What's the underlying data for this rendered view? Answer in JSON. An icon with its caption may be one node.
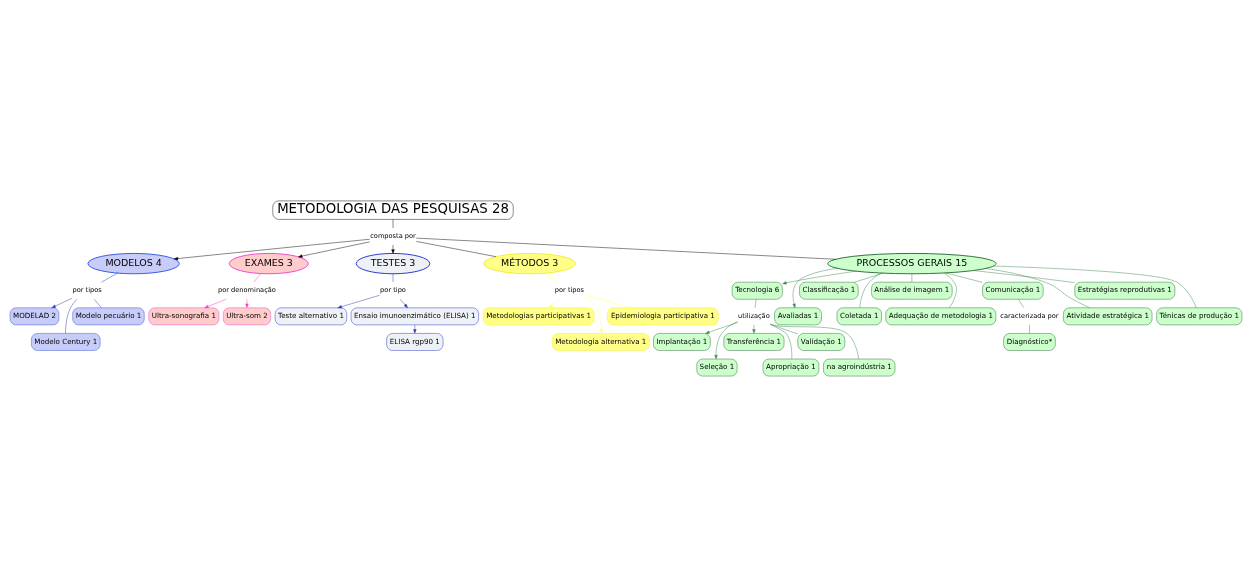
{
  "diagram": {
    "nodes": [
      {
        "text": [
          "METODOLOGIA DAS PESQUISAS 28"
        ]
      },
      {
        "text": [
          "composta por"
        ]
      },
      {
        "text": [
          "MODELOS 4"
        ]
      },
      {
        "text": [
          "EXAMES 3"
        ]
      },
      {
        "text": [
          "TESTES 3"
        ]
      },
      {
        "text": [
          "MÉTODOS 3"
        ]
      },
      {
        "text": [
          "PROCESSOS GERAIS 15"
        ]
      },
      {
        "text": [
          "por tipos"
        ]
      },
      {
        "text": [
          "MODELAD 2"
        ]
      },
      {
        "text": [
          "Modelo Century 1"
        ]
      },
      {
        "text": [
          "Modelo pecuário 1"
        ]
      },
      {
        "text": [
          "por denominação"
        ]
      },
      {
        "text": [
          "Ultra-sonografia 1"
        ]
      },
      {
        "text": [
          "Ultra-som 2"
        ]
      },
      {
        "text": [
          "por tipo"
        ]
      },
      {
        "text": [
          "Teste alternativo 1"
        ]
      },
      {
        "text": [
          "Ensaio imunoenzimático (ELISA) 1"
        ]
      },
      {
        "text": [
          "ELISA rgp90 1"
        ]
      },
      {
        "text": [
          "por tipos"
        ]
      },
      {
        "text": [
          "Metodologias participativas 1"
        ]
      },
      {
        "text": [
          "Metodologia alternativa 1"
        ]
      },
      {
        "text": [
          "Epidemiologia participativa 1"
        ]
      },
      {
        "text": [
          "Tecnologia 6"
        ]
      },
      {
        "text": [
          "utilização"
        ]
      },
      {
        "text": [
          "Avaliadas 1"
        ]
      },
      {
        "text": [
          "Classificação 1"
        ]
      },
      {
        "text": [
          "Coletada 1"
        ]
      },
      {
        "text": [
          "Análise de imagem 1"
        ]
      },
      {
        "text": [
          "Adequação de metodologia 1"
        ]
      },
      {
        "text": [
          "Comunicação 1"
        ]
      },
      {
        "text": [
          "caracterizada por"
        ]
      },
      {
        "text": [
          "Diagnóstico*"
        ]
      },
      {
        "text": [
          "Atividade estratégica 1"
        ]
      },
      {
        "text": [
          "Estratégias reprodutivas 1"
        ]
      },
      {
        "text": [
          "Ténicas de produção 1"
        ]
      },
      {
        "text": [
          "Implantação 1"
        ]
      },
      {
        "text": [
          "Seleção 1"
        ]
      },
      {
        "text": [
          "Transferência 1"
        ]
      },
      {
        "text": [
          "Apropriação 1"
        ]
      },
      {
        "text": [
          "Validação 1"
        ]
      },
      {
        "text": [
          "na agroindústria 1"
        ]
      }
    ],
    "edges": [
      {
        "from": 0,
        "to": 1,
        "arrow": "none",
        "color": "#000000"
      },
      {
        "from": 1,
        "to": 2,
        "arrow": "to",
        "color": "#000000"
      },
      {
        "from": 1,
        "to": 3,
        "arrow": "to",
        "color": "#000000"
      },
      {
        "from": 1,
        "to": 4,
        "arrow": "to",
        "color": "#000000"
      },
      {
        "from": 1,
        "to": 5,
        "arrow": "none",
        "color": "#000000"
      },
      {
        "from": 1,
        "to": 6,
        "arrow": "none",
        "color": "#000000"
      },
      {
        "from": 2,
        "to": 7,
        "arrow": "none",
        "color": "#3333aa"
      },
      {
        "from": 7,
        "to": 8,
        "arrow": "to",
        "color": "#3333aa"
      },
      {
        "from": 7,
        "to": 9,
        "arrow": "none",
        "color": "#3333aa"
      },
      {
        "from": 7,
        "to": 10,
        "arrow": "none",
        "color": "#3333aa"
      },
      {
        "from": 3,
        "to": 11,
        "arrow": "none",
        "color": "#ff33cc"
      },
      {
        "from": 11,
        "to": 12,
        "arrow": "to",
        "color": "#ff33cc"
      },
      {
        "from": 11,
        "to": 13,
        "arrow": "to",
        "color": "#ff33cc"
      },
      {
        "from": 4,
        "to": 14,
        "arrow": "none",
        "color": "#3333aa"
      },
      {
        "from": 14,
        "to": 15,
        "arrow": "to",
        "color": "#3333aa"
      },
      {
        "from": 14,
        "to": 16,
        "arrow": "to",
        "color": "#3333aa"
      },
      {
        "from": 16,
        "to": 17,
        "arrow": "to",
        "color": "#3333aa"
      },
      {
        "from": 5,
        "to": 18,
        "arrow": "none",
        "color": "#ffff66"
      },
      {
        "from": 18,
        "to": 19,
        "arrow": "to",
        "color": "#ffff66"
      },
      {
        "from": 18,
        "to": 20,
        "arrow": "to",
        "color": "#ffff66"
      },
      {
        "from": 18,
        "to": 21,
        "arrow": "none",
        "color": "#ffff66"
      },
      {
        "from": 6,
        "to": 22,
        "arrow": "to"
      },
      {
        "from": 6,
        "to": 24,
        "arrow": "to"
      },
      {
        "from": 6,
        "to": 25,
        "arrow": "none"
      },
      {
        "from": 6,
        "to": 26,
        "arrow": "none"
      },
      {
        "from": 6,
        "to": 27,
        "arrow": "none"
      },
      {
        "from": 6,
        "to": 28,
        "arrow": "none"
      },
      {
        "from": 6,
        "to": 29,
        "arrow": "none"
      },
      {
        "from": 6,
        "to": 32,
        "arrow": "none"
      },
      {
        "from": 6,
        "to": 33,
        "arrow": "none"
      },
      {
        "from": 6,
        "to": 34,
        "arrow": "none"
      },
      {
        "from": 22,
        "to": 23,
        "arrow": "none"
      },
      {
        "from": 23,
        "to": 35,
        "arrow": "to"
      },
      {
        "from": 23,
        "to": 36,
        "arrow": "to"
      },
      {
        "from": 23,
        "to": 37,
        "arrow": "to"
      },
      {
        "from": 23,
        "to": 38,
        "arrow": "none"
      },
      {
        "from": 23,
        "to": 39,
        "arrow": "none"
      },
      {
        "from": 23,
        "to": 40,
        "arrow": "none"
      },
      {
        "from": 29,
        "to": 30,
        "arrow": "none"
      },
      {
        "from": 30,
        "to": 31,
        "arrow": "none"
      }
    ]
  }
}
